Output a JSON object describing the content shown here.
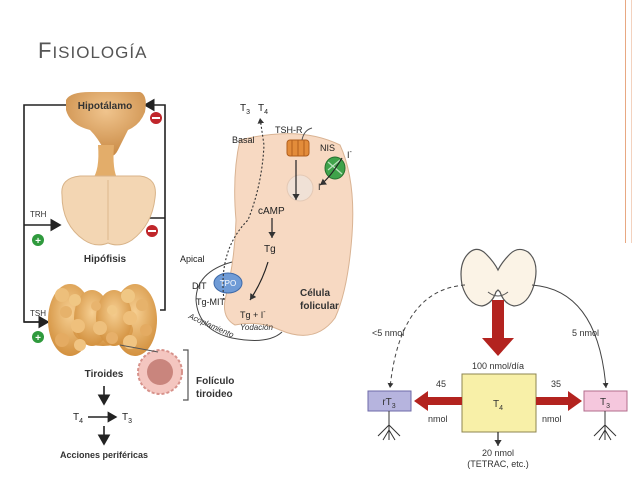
{
  "slide": {
    "title_first": "F",
    "title_rest": "ISIOLOGÍA"
  },
  "left_diagram": {
    "hypothalamus": "Hipotálamo",
    "trh": "TRH",
    "pituitary": "Hipófisis",
    "tsh": "TSH",
    "thyroid": "Tiroides",
    "follicle_line1": "Folículo",
    "follicle_line2": "tiroideo",
    "t4": "T",
    "t4_sub": "4",
    "t3": "T",
    "t3_sub": "3",
    "peripheral": "Acciones periféricas"
  },
  "cell_diagram": {
    "top_t3": "T",
    "top_t3_sub": "3",
    "top_t4": "T",
    "top_t4_sub": "4",
    "basal": "Basal",
    "tshr": "TSH-R",
    "nis": "NIS",
    "iodide": "I",
    "iodide_sup": "-",
    "camp": "cAMP",
    "tg": "Tg",
    "apical": "Apical",
    "tpo": "TPO",
    "dit": "DIT",
    "tg_mit": "Tg-MIT",
    "tg_i": "Tg + I",
    "yodacion": "Yodación",
    "acoplamiento": "Acoplamiento",
    "cell_label1": "Célula",
    "cell_label2": "folicular"
  },
  "metabolism": {
    "left_dose": "<5 nmol",
    "right_dose": "5 nmol",
    "center_rate": "100 nmol/día",
    "rt3": "rT",
    "rt3_sub": "3",
    "t4": "T",
    "t4_sub": "4",
    "t3": "T",
    "t3_sub": "3",
    "left_amount": "45",
    "left_unit": "nmol",
    "right_amount": "35",
    "right_unit": "nmol",
    "bottom_amount": "20 nmol",
    "bottom_note": "(TETRAC, etc.)"
  },
  "colors": {
    "arrow_red": "#b3231f",
    "rt3_box": "#b6b4de",
    "t4_box": "#f8f0a8",
    "t3_box": "#f5c7dd",
    "cell_fill": "#f7d9c2",
    "hypothalamus_fill": "#d9a566",
    "thyroid_fill": "#e9b36a"
  }
}
